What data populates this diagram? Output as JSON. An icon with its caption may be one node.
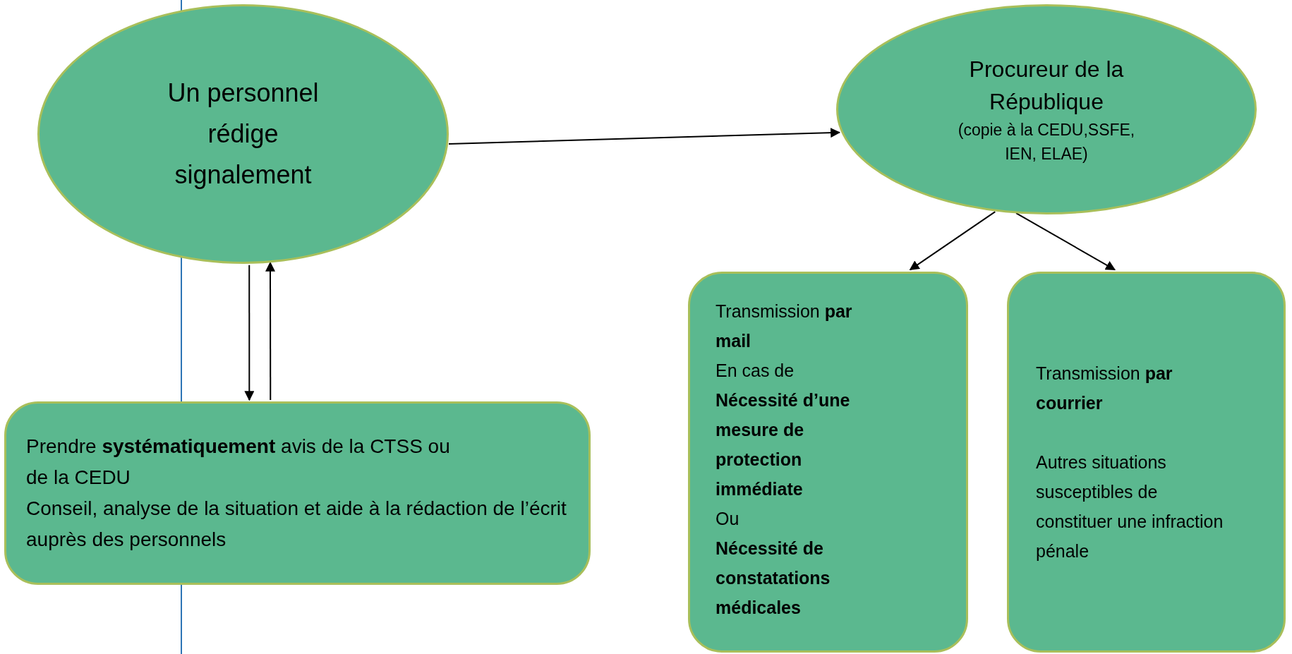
{
  "diagram": {
    "nodes": [
      {
        "text": [
          "Un personnel rédige signalement"
        ]
      },
      {
        "text": [
          "Procureur de la République",
          "(copie à la CEDU,SSFE, IEN, ELAE)"
        ]
      },
      {
        "text": [
          "Prendre **systématiquement** avis de la CTSS ou de la CEDU",
          "Conseil, analyse de la situation et aide à la rédaction de l’écrit auprès des personnels"
        ]
      },
      {
        "text": [
          "Transmission **par mail**",
          "En cas de",
          "**Nécessité d’une mesure de protection immédiate**",
          "Ou",
          "**Nécessité de constatations médicales**"
        ]
      },
      {
        "text": [
          "Transmission **par courrier**",
          "Autres situations susceptibles de constituer une infraction pénale"
        ]
      }
    ],
    "edges": [
      {
        "from": 0,
        "to": 1,
        "arrow": "to"
      },
      {
        "from": 0,
        "to": 2,
        "arrow": "to"
      },
      {
        "from": 2,
        "to": 0,
        "arrow": "to"
      },
      {
        "from": 1,
        "to": 3,
        "arrow": "to"
      },
      {
        "from": 1,
        "to": 4,
        "arrow": "to"
      }
    ]
  }
}
